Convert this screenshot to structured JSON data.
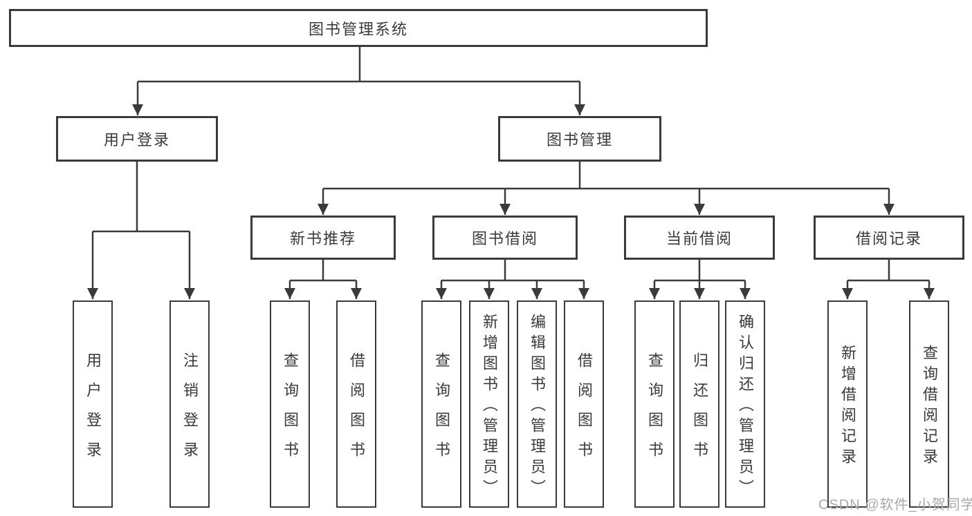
{
  "diagram": {
    "root": {
      "label": "图书管理系统"
    },
    "branches": [
      {
        "label": "用户登录",
        "children": [
          {
            "label": "用户登录"
          },
          {
            "label": "注销登录"
          }
        ]
      },
      {
        "label": "图书管理",
        "children": [
          {
            "label": "新书推荐",
            "children": [
              {
                "label": "查询图书"
              },
              {
                "label": "借阅图书"
              }
            ]
          },
          {
            "label": "图书借阅",
            "children": [
              {
                "label": "查询图书"
              },
              {
                "label": "新增图书（管理员）"
              },
              {
                "label": "编辑图书（管理员）"
              },
              {
                "label": "借阅图书"
              }
            ]
          },
          {
            "label": "当前借阅",
            "children": [
              {
                "label": "查询图书"
              },
              {
                "label": "归还图书"
              },
              {
                "label": "确认归还（管理员）"
              }
            ]
          },
          {
            "label": "借阅记录",
            "children": [
              {
                "label": "新增借阅记录"
              },
              {
                "label": "查询借阅记录"
              }
            ]
          }
        ]
      }
    ]
  },
  "watermark": {
    "text": "CSDN @软件_小贺同学"
  },
  "colors": {
    "line": "#3a3a3a",
    "text": "#3a3a3a",
    "box_background": "#ffffff",
    "watermark_text": "#a8a8a8"
  }
}
